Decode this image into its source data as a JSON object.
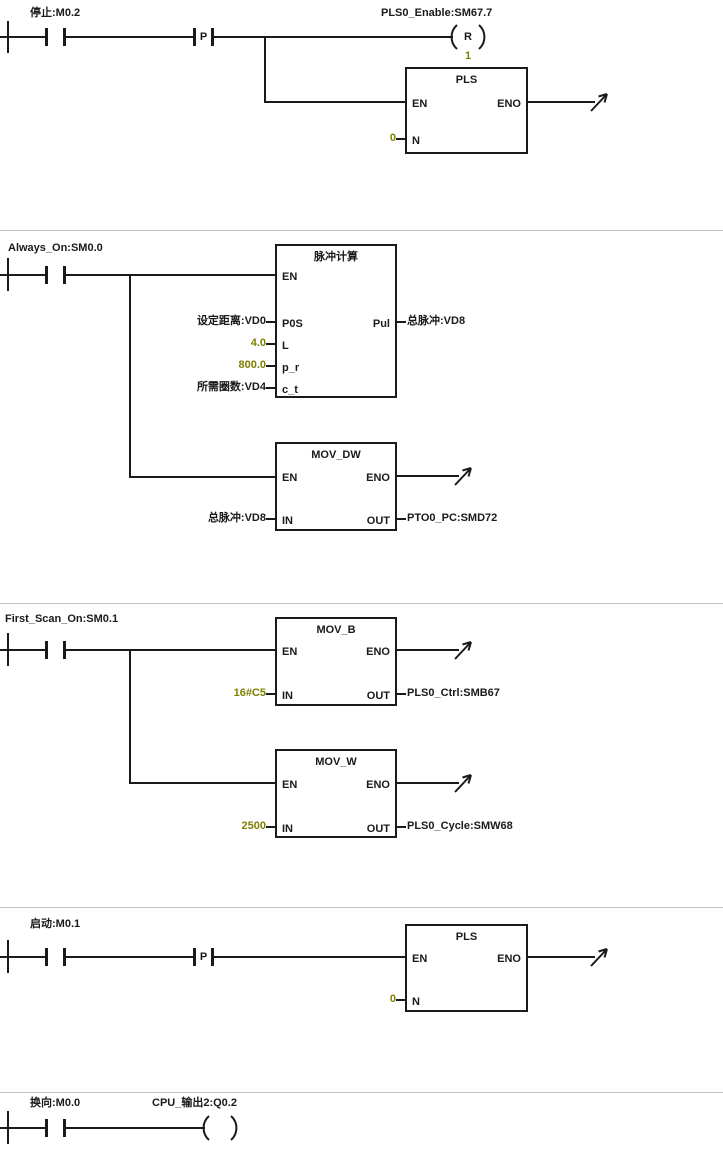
{
  "colors": {
    "wire": "#1a1a1a",
    "constant": "#7f7f00",
    "separator": "#c4c4c4",
    "background": "#ffffff"
  },
  "pins": {
    "en": "EN",
    "eno": "ENO",
    "in": "IN",
    "out": "OUT",
    "n": "N"
  },
  "network1": {
    "contact_label": "停止:M0.2",
    "edge_label": "P",
    "reset_coil": {
      "operand": "PLS0_Enable:SM67.7",
      "symbol": "R",
      "count": "1"
    },
    "pls_box": {
      "title": "PLS",
      "n_value": "0"
    }
  },
  "network2": {
    "contact_label": "Always_On:SM0.0",
    "calc_box": {
      "title": "脉冲计算",
      "in1_operand": "设定距离:VD0",
      "in1_pin": "P0S",
      "in2_operand": "4.0",
      "in2_pin": "L",
      "in3_operand": "800.0",
      "in3_pin": "p_r",
      "in4_operand": "所需圈数:VD4",
      "in4_pin": "c_t",
      "out_pin": "Pul",
      "out_operand": "总脉冲:VD8"
    },
    "mov_dw": {
      "title": "MOV_DW",
      "in_operand": "总脉冲:VD8",
      "out_operand": "PTO0_PC:SMD72"
    }
  },
  "network3": {
    "contact_label": "First_Scan_On:SM0.1",
    "mov_b": {
      "title": "MOV_B",
      "in_operand": "16#C5",
      "out_operand": "PLS0_Ctrl:SMB67"
    },
    "mov_w": {
      "title": "MOV_W",
      "in_operand": "2500",
      "out_operand": "PLS0_Cycle:SMW68"
    }
  },
  "network4": {
    "contact_label": "启动:M0.1",
    "edge_label": "P",
    "pls_box": {
      "title": "PLS",
      "n_value": "0"
    }
  },
  "network5": {
    "contact_label": "换向:M0.0",
    "coil_operand": "CPU_输出2:Q0.2"
  }
}
